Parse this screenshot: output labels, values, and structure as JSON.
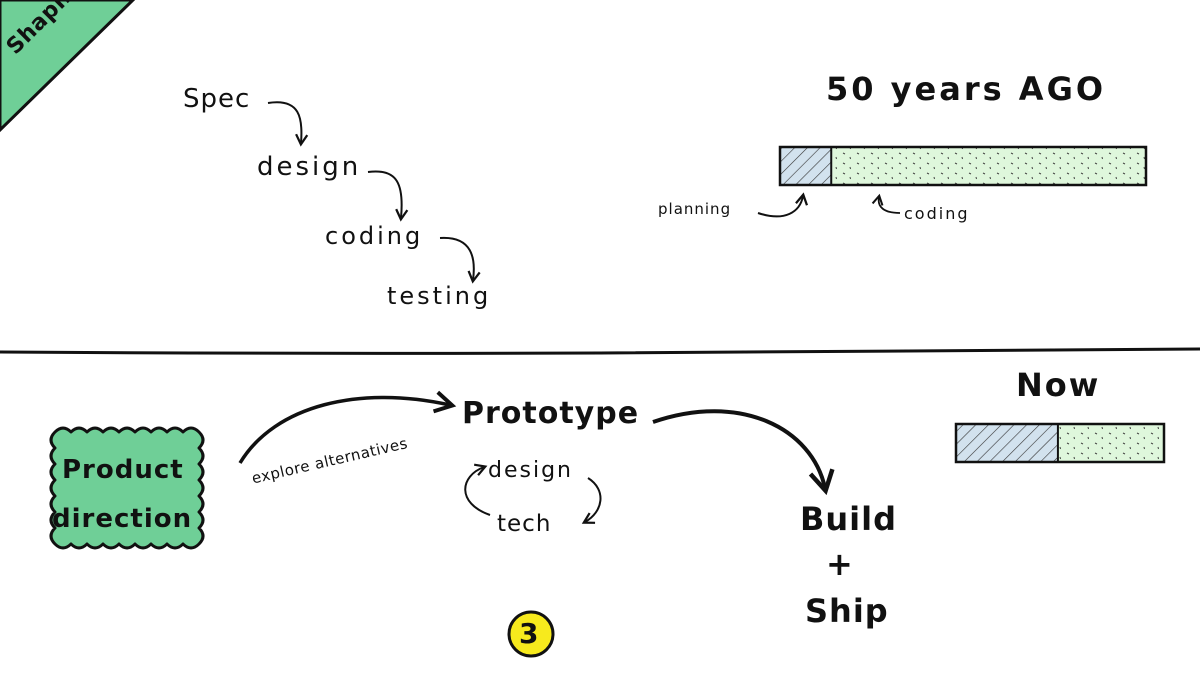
{
  "corner_label": "Shaping",
  "waterfall_steps": [
    "Spec",
    "design",
    "coding",
    "testing"
  ],
  "past": {
    "title": "50 years AGO",
    "planning_label": "planning",
    "coding_label": "coding",
    "planning_fraction": 0.14
  },
  "now": {
    "title": "Now",
    "planning_fraction": 0.49
  },
  "product_direction": [
    "Product",
    "direction"
  ],
  "explore_label": "explore alternatives",
  "prototype": {
    "title": "Prototype",
    "loop": [
      "design",
      "tech"
    ]
  },
  "build_ship": [
    "Build",
    "+",
    "Ship"
  ],
  "page_number": "3",
  "colors": {
    "green": "#6fcf97",
    "light_green": "#dff7dc",
    "light_blue": "#d2e2ee",
    "yellow": "#f7ea1d",
    "ink": "#111111"
  }
}
